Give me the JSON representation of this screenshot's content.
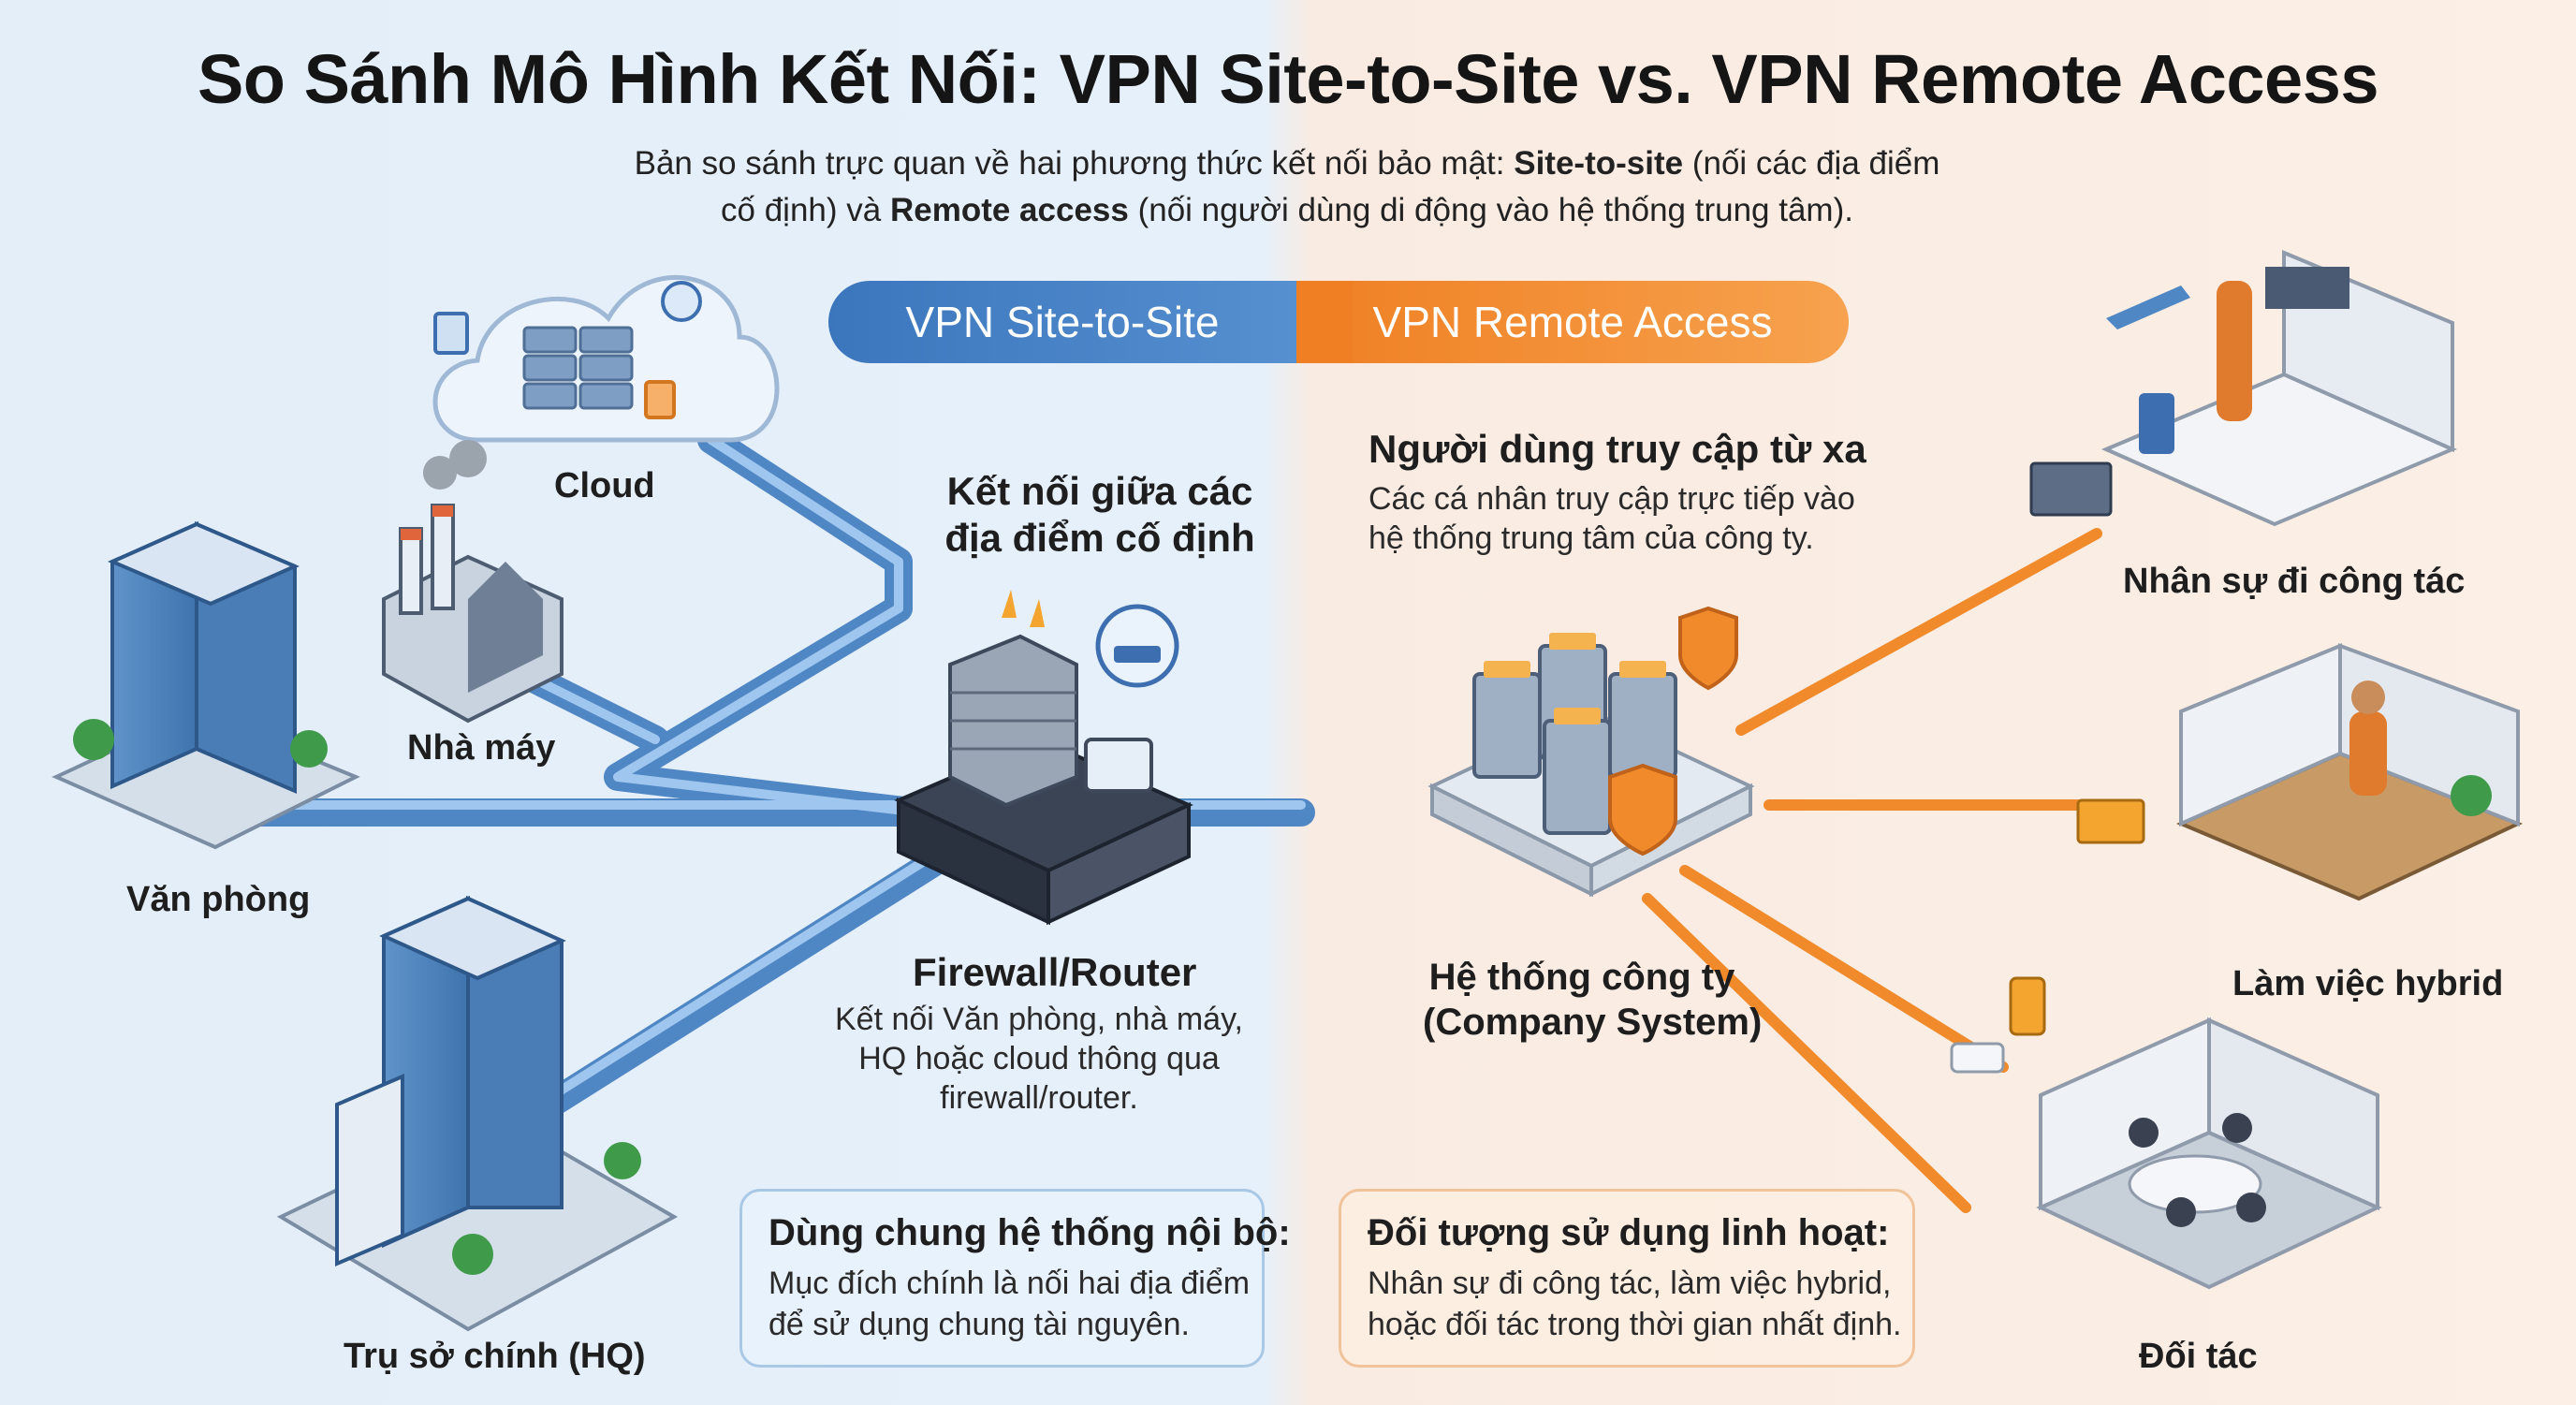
{
  "title": "So Sánh Mô Hình Kết Nối: VPN Site-to-Site vs. VPN Remote Access",
  "subtitle": {
    "line1_pre": "Bản so sánh trực quan về hai phương thức kết nối bảo mật: ",
    "line1_bold": "Site-to-site",
    "line1_post": " (nối các địa điểm",
    "line2_pre": "cố định) và ",
    "line2_bold": "Remote access",
    "line2_post": " (nối người dùng di động vào hệ thống trung tâm)."
  },
  "pills": {
    "left": "VPN Site-to-Site",
    "right": "VPN Remote Access"
  },
  "site_to_site": {
    "heading_line1": "Kết nối giữa các",
    "heading_line2": "địa điểm cố định",
    "nodes": {
      "cloud": "Cloud",
      "factory": "Nhà máy",
      "office": "Văn phòng",
      "hq": "Trụ sở chính (HQ)"
    },
    "firewall": {
      "label": "Firewall/Router",
      "desc_line1": "Kết nối Văn phòng, nhà máy,",
      "desc_line2": "HQ hoặc cloud thông qua",
      "desc_line3": "firewall/router."
    },
    "box": {
      "heading": "Dùng chung hệ thống nội bộ:",
      "line1": "Mục đích chính là nối hai địa điểm",
      "line2": "để sử dụng chung tài nguyên."
    }
  },
  "remote_access": {
    "heading": "Người dùng truy cập từ xa",
    "desc_line1": "Các cá nhân truy cập trực tiếp vào",
    "desc_line2": "hệ thống trung tâm của công ty.",
    "company": {
      "line1": "Hệ thống công ty",
      "line2": "(Company System)"
    },
    "users": {
      "business_trip": "Nhân sự đi công tác",
      "hybrid": "Làm việc hybrid",
      "partner": "Đối tác"
    },
    "box": {
      "heading": "Đối tượng sử dụng linh hoạt:",
      "line1": "Nhân sự đi công tác, làm việc hybrid,",
      "line2": "hoặc đối tác trong thời gian nhất định."
    }
  },
  "colors": {
    "blue_accent": "#3d7fc4",
    "orange_accent": "#f08a2a",
    "left_bg": "#e3eef9",
    "right_bg": "#fbefe6"
  }
}
